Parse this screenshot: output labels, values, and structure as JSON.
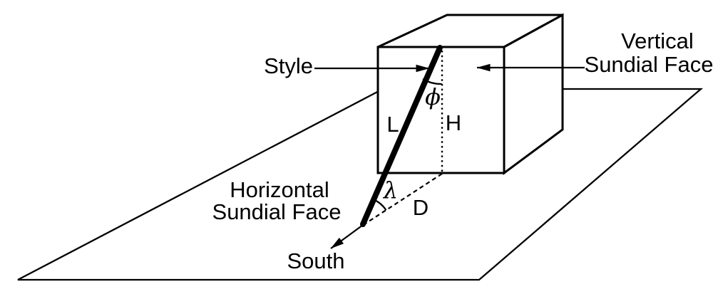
{
  "diagram": {
    "labels": {
      "style": "Style",
      "vertical_face": {
        "line1": "Vertical",
        "line2": "Sundial Face"
      },
      "horizontal_face": {
        "line1": "Horizontal",
        "line2": "Sundial Face"
      },
      "south": "South",
      "style_length": "L",
      "height": "H",
      "distance": "D",
      "phi": "ϕ",
      "lambda": "λ"
    },
    "colors": {
      "line": "#000000",
      "background": "#ffffff"
    }
  }
}
